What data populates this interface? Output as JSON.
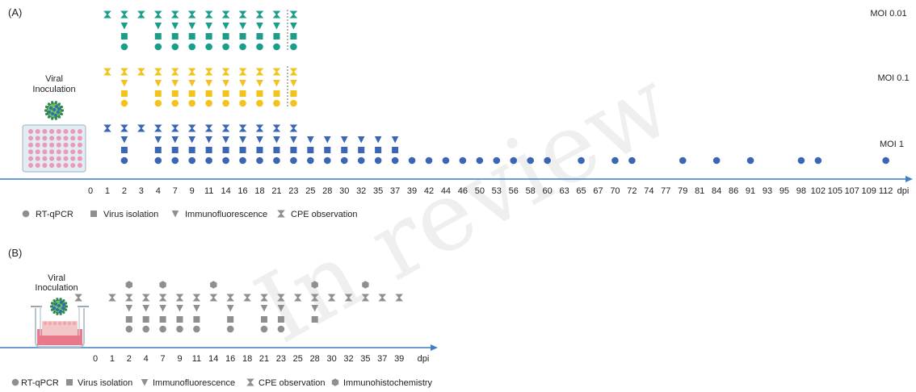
{
  "watermark": "In review",
  "panelA": {
    "label": "(A)",
    "inoculation_label": [
      "Viral",
      "Inoculation"
    ],
    "moi_labels": [
      "MOI 0.01",
      "MOI 0.1",
      "MOI 1"
    ],
    "axis_unit": "dpi",
    "ticks": [
      "0",
      "1",
      "2",
      "3",
      "4",
      "7",
      "9",
      "11",
      "14",
      "16",
      "18",
      "21",
      "23",
      "25",
      "28",
      "30",
      "32",
      "35",
      "37",
      "39",
      "42",
      "44",
      "46",
      "50",
      "53",
      "56",
      "58",
      "60",
      "63",
      "65",
      "67",
      "70",
      "72",
      "74",
      "77",
      "79",
      "81",
      "84",
      "86",
      "91",
      "93",
      "95",
      "98",
      "102",
      "105",
      "107",
      "109",
      "112"
    ],
    "rows": {
      "moi001": {
        "color": "#1a9e8a",
        "cpe": [
          "1",
          "2",
          "3",
          "4",
          "7",
          "9",
          "11",
          "14",
          "16",
          "18",
          "21",
          "23"
        ],
        "if": [
          "2",
          "4",
          "7",
          "9",
          "11",
          "14",
          "16",
          "18",
          "21",
          "23"
        ],
        "vi": [
          "2",
          "4",
          "7",
          "9",
          "11",
          "14",
          "16",
          "18",
          "21",
          "23"
        ],
        "pcr": [
          "2",
          "4",
          "7",
          "9",
          "11",
          "14",
          "16",
          "18",
          "21",
          "23"
        ]
      },
      "moi01": {
        "color": "#f2c31c",
        "cpe": [
          "1",
          "2",
          "3",
          "4",
          "7",
          "9",
          "11",
          "14",
          "16",
          "18",
          "21",
          "23"
        ],
        "if": [
          "2",
          "4",
          "7",
          "9",
          "11",
          "14",
          "16",
          "18",
          "21",
          "23"
        ],
        "vi": [
          "2",
          "4",
          "7",
          "9",
          "11",
          "14",
          "16",
          "18",
          "21",
          "23"
        ],
        "pcr": [
          "2",
          "4",
          "7",
          "9",
          "11",
          "14",
          "16",
          "18",
          "21",
          "23"
        ]
      },
      "moi1": {
        "color": "#3a66b4",
        "cpe": [
          "1",
          "2",
          "3",
          "4",
          "7",
          "9",
          "11",
          "14",
          "16",
          "18",
          "21",
          "23"
        ],
        "if": [
          "2",
          "4",
          "7",
          "9",
          "11",
          "14",
          "16",
          "18",
          "21",
          "23",
          "25",
          "28",
          "30",
          "32",
          "35",
          "37"
        ],
        "vi": [
          "2",
          "4",
          "7",
          "9",
          "11",
          "14",
          "16",
          "18",
          "21",
          "23",
          "25",
          "28",
          "30",
          "32",
          "35",
          "37"
        ],
        "pcr": [
          "2",
          "4",
          "7",
          "9",
          "11",
          "14",
          "16",
          "18",
          "21",
          "23",
          "25",
          "28",
          "30",
          "32",
          "35",
          "37",
          "39",
          "42",
          "44",
          "46",
          "50",
          "53",
          "56",
          "58",
          "60",
          "65",
          "70",
          "72",
          "79",
          "84",
          "91",
          "98",
          "102",
          "112"
        ]
      }
    },
    "legend": [
      "RT-qPCR",
      "Virus isolation",
      "Immunofluorescence",
      "CPE observation"
    ]
  },
  "panelB": {
    "label": "(B)",
    "inoculation_label": [
      "Viral",
      "Inoculation"
    ],
    "axis_unit": "dpi",
    "ticks": [
      "0",
      "1",
      "2",
      "4",
      "7",
      "9",
      "11",
      "14",
      "16",
      "18",
      "21",
      "23",
      "25",
      "28",
      "30",
      "32",
      "35",
      "37",
      "39"
    ],
    "color": "#8f8f8f",
    "ihc": [
      "2",
      "7",
      "14",
      "28",
      "35"
    ],
    "cpe": [
      "1",
      "2",
      "3",
      "4",
      "7",
      "9",
      "11",
      "14",
      "16",
      "18",
      "21",
      "23",
      "25",
      "28",
      "30",
      "32",
      "35",
      "37",
      "39"
    ],
    "if": [
      "2",
      "4",
      "7",
      "9",
      "11",
      "16",
      "21",
      "23",
      "28"
    ],
    "vi": [
      "2",
      "4",
      "7",
      "9",
      "11",
      "16",
      "21",
      "23",
      "28"
    ],
    "pcr": [
      "2",
      "4",
      "7",
      "9",
      "11",
      "16",
      "21",
      "23"
    ],
    "legend": [
      "RT-qPCR",
      "Virus isolation",
      "Immunofluorescence",
      "CPE observation",
      "Immunohistochemistry"
    ]
  }
}
